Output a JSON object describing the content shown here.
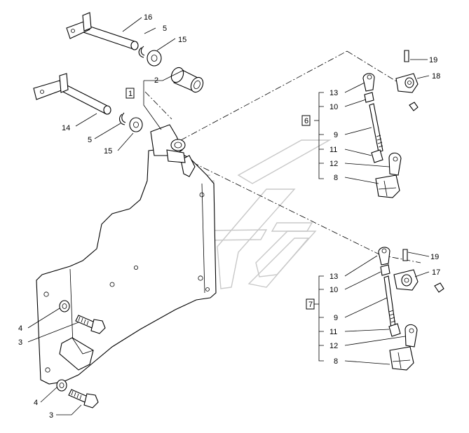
{
  "callouts": {
    "c16": "16",
    "c5a": "5",
    "c15a": "15",
    "c2": "2",
    "c1": "1",
    "c14": "14",
    "c5b": "5",
    "c15b": "15",
    "c19a": "19",
    "c18": "18",
    "c13a": "13",
    "c10a": "10",
    "c6": "6",
    "c9a": "9",
    "c11a": "11",
    "c12a": "12",
    "c8a": "8",
    "c4a": "4",
    "c3a": "3",
    "c4b": "4",
    "c3b": "3",
    "c13b": "13",
    "c19b": "19",
    "c17": "17",
    "c10b": "10",
    "c7": "7",
    "c9b": "9",
    "c11b": "11",
    "c12b": "12",
    "c8b": "8"
  }
}
